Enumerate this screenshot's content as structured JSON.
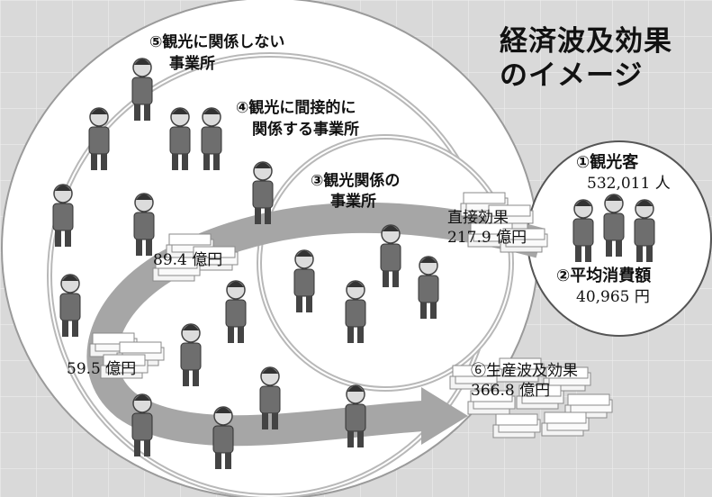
{
  "title": {
    "line1": "経済波及効果",
    "line2": "のイメージ"
  },
  "rings": {
    "unrelated": {
      "line1": "⑤観光に関係しない",
      "line2": "事業所"
    },
    "indirect": {
      "line1": "④観光に間接的に",
      "line2": "関係する事業所"
    },
    "tourism": {
      "line1": "③観光関係の",
      "line2": "事業所"
    }
  },
  "visitors": {
    "label": "①観光客",
    "count": "532,011 人",
    "spend_label": "②平均消費額",
    "spend_value": "40,965 円"
  },
  "effects": {
    "direct_label": "直接効果",
    "direct_value": "217.9 億円",
    "second": "89.4 億円",
    "third": "59.5 億円",
    "total_label": "⑥生産波及効果",
    "total_value": "366.8 億円"
  },
  "colors": {
    "background": "#d9d9d9",
    "circle": "#ffffff",
    "arrow": "#a6a6a6",
    "figure": "#6e6e6e"
  }
}
